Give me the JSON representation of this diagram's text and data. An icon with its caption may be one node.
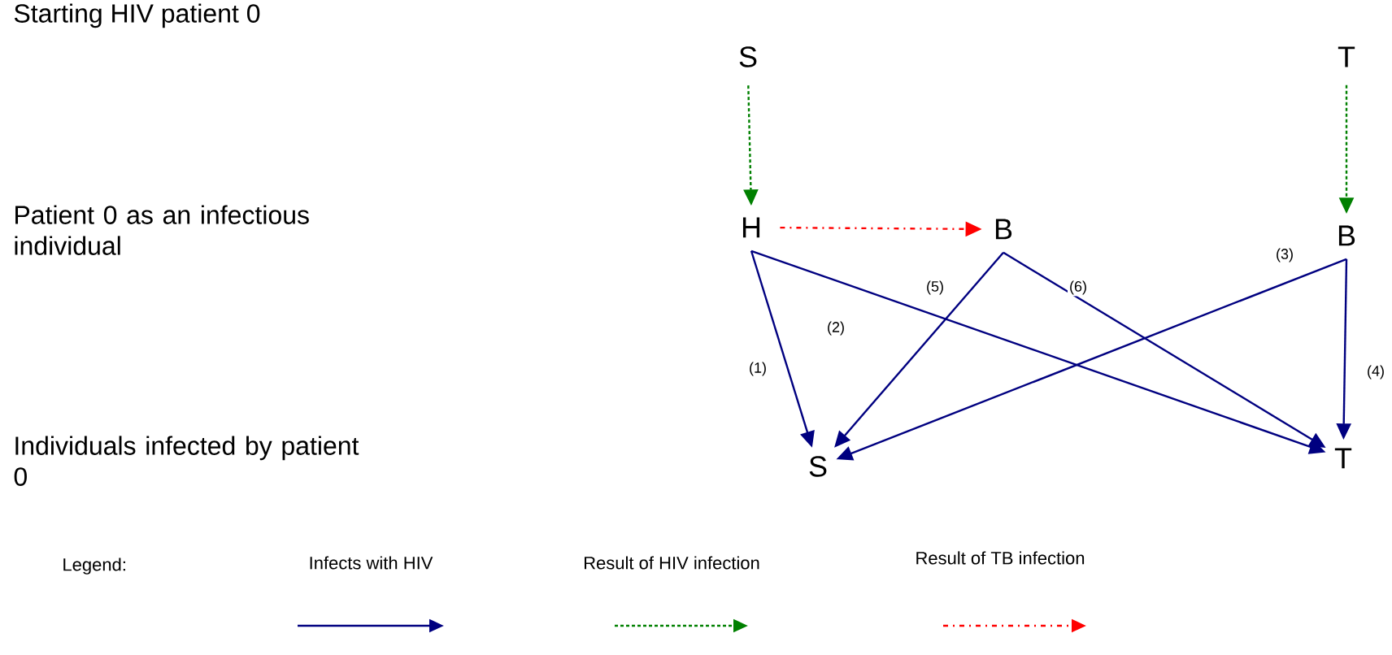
{
  "diagram": {
    "nodes": [
      {
        "text": [
          "S"
        ]
      },
      {
        "text": [
          "T"
        ]
      },
      {
        "text": [
          "H"
        ]
      },
      {
        "text": [
          "B"
        ]
      },
      {
        "text": [
          "B"
        ]
      },
      {
        "text": [
          "S"
        ]
      },
      {
        "text": [
          "T"
        ]
      }
    ],
    "edges": [
      {
        "from": 0,
        "to": 2,
        "arrow": "to",
        "style": "dashed",
        "color": "#008000"
      },
      {
        "from": 1,
        "to": 4,
        "arrow": "to",
        "style": "dashed",
        "color": "#008000"
      },
      {
        "from": 2,
        "to": 3,
        "arrow": "to",
        "style": "dashed",
        "color": "#ff0000"
      },
      {
        "from": 2,
        "to": 5,
        "arrow": "to",
        "label": "(1)"
      },
      {
        "from": 2,
        "to": 6,
        "arrow": "to",
        "label": "(2)"
      },
      {
        "from": 4,
        "to": 5,
        "arrow": "to",
        "label": "(3)"
      },
      {
        "from": 4,
        "to": 6,
        "arrow": "to",
        "label": "(4)"
      },
      {
        "from": 3,
        "to": 5,
        "arrow": "to",
        "label": "(5)"
      },
      {
        "from": 3,
        "to": 6,
        "arrow": "to",
        "label": "(6)"
      }
    ],
    "labels": [
      "Starting HIV patient 0",
      "Patient 0 as an infectious individual",
      "Individuals infected by patient 0",
      "Legend:"
    ],
    "legend": [
      {
        "text": "Infects with HIV"
      },
      {
        "text": "Result of HIV infection"
      },
      {
        "text": "Result of TB infection"
      }
    ]
  }
}
